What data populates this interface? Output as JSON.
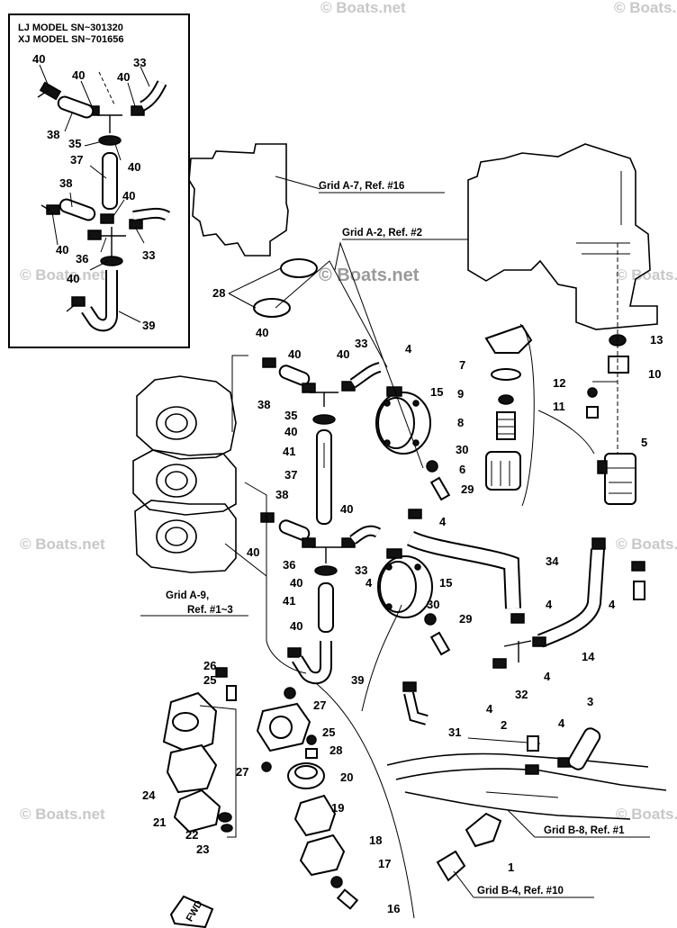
{
  "watermark": {
    "text": "© Boats.net"
  },
  "model_note": {
    "line1": "LJ MODEL SN~301320",
    "line2": "XJ MODEL SN~701656"
  },
  "grid_refs": [
    "Grid A-7,  Ref. #16",
    "Grid A-2,  Ref. #2",
    "Grid A-9,",
    "Ref. #1~3",
    "Grid B-8,  Ref. #1",
    "Grid B-4,  Ref. #10"
  ],
  "fwd_label": "FWD",
  "callouts": {
    "inset": [
      "40",
      "40",
      "40",
      "33",
      "38",
      "35",
      "40",
      "37",
      "38",
      "40",
      "40",
      "33",
      "36",
      "40",
      "39"
    ],
    "main": [
      "28",
      "40",
      "40",
      "40",
      "33",
      "4",
      "15",
      "7",
      "9",
      "8",
      "6",
      "13",
      "12",
      "10",
      "11",
      "38",
      "35",
      "40",
      "41",
      "30",
      "29",
      "5",
      "37",
      "4",
      "38",
      "40",
      "40",
      "36",
      "33",
      "34",
      "40",
      "4",
      "15",
      "41",
      "30",
      "4",
      "29",
      "4",
      "40",
      "14",
      "39",
      "26",
      "25",
      "27",
      "4",
      "32",
      "4",
      "3",
      "31",
      "2",
      "4",
      "25",
      "28",
      "27",
      "20",
      "24",
      "19",
      "21",
      "18",
      "22",
      "23",
      "17",
      "16",
      "1"
    ]
  }
}
